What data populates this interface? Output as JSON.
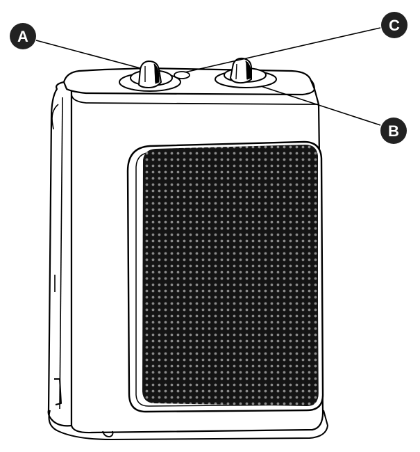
{
  "diagram": {
    "callouts": [
      {
        "id": "A",
        "label": "A"
      },
      {
        "id": "B",
        "label": "B"
      },
      {
        "id": "C",
        "label": "C"
      }
    ]
  },
  "colors": {
    "ink": "#000000",
    "callout_fill": "#222222",
    "callout_text": "#ffffff",
    "grille": "#141414",
    "grille_dot": "#8a8a8a",
    "body": "#ffffff"
  },
  "icons": {
    "product": "space-heater-icon",
    "knob": "rotary-knob-icon",
    "indicator": "power-light-icon"
  }
}
